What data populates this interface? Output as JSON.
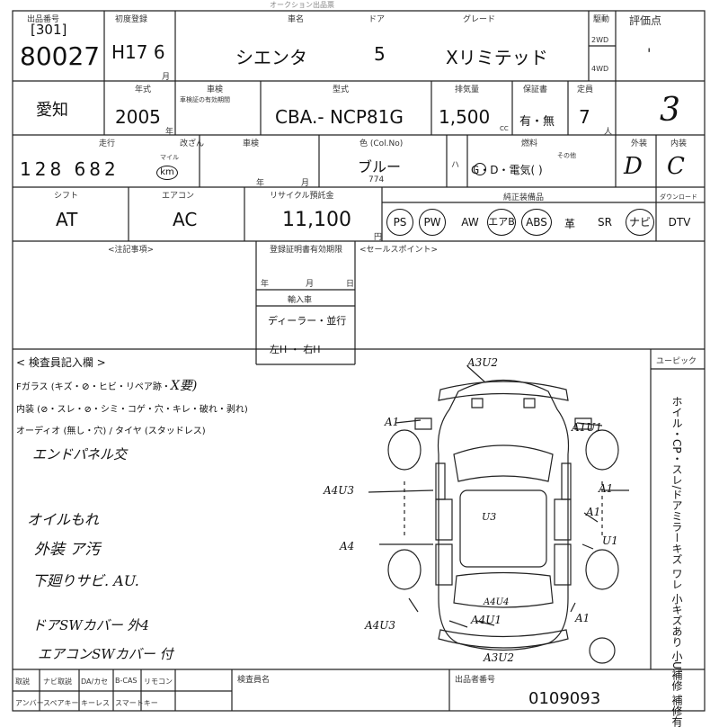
{
  "header": {
    "top_strip": "オークション出品票",
    "lot_label": "出品番号",
    "lot_code": "[301]",
    "lot_number": "80027",
    "first_reg_label": "初度登録",
    "first_reg": "H17 6",
    "first_reg_unit": "月",
    "name_label": "車名",
    "model_name": "シエンタ",
    "door_label": "ドア",
    "doors": "5",
    "grade_label": "グレード",
    "grade": "Xリミテッド",
    "drive_label": "駆動",
    "drive_2wd": "2WD",
    "drive_4wd": "4WD",
    "score_label": "評価点",
    "score_mark": "'"
  },
  "row2": {
    "pref": "愛知",
    "year_label": "年式",
    "year": "2005",
    "year_unit": "年",
    "reg_label": "車検",
    "reg_sub": "車検証の有効期間",
    "model_label": "型式",
    "model_code": "CBA.-  NCP81G",
    "cc_label": "排気量",
    "cc": "1,500",
    "cc_unit": "CC",
    "warranty_label": "保証書",
    "warranty": "有・無",
    "capacity_label": "定員",
    "capacity": "7",
    "capacity_unit": "人",
    "score_value": "3"
  },
  "row3": {
    "mileage_label": "走行",
    "mileage_sub": "改ざん",
    "mileage": "128 682",
    "mileage_unit_top": "マイル",
    "mileage_unit": "km",
    "inspection_label": "車検",
    "inspection_year_unit": "年",
    "inspection_month_unit": "月",
    "color_label": "色 (Col.No)",
    "color": "ブルー",
    "color_no": "774",
    "fuel_side_label": "燃料",
    "fuel": "G・D・電気(        )",
    "fuel_other": "その他",
    "fuel_hybrid": "ハ",
    "ext_label": "外装",
    "ext_grade": "D",
    "int_label": "内装",
    "int_grade": "C"
  },
  "row4": {
    "shift_label": "シフト",
    "shift": "AT",
    "ac_label": "エアコン",
    "ac": "AC",
    "recycle_label": "リサイクル預託金",
    "recycle": "11,100",
    "recycle_unit": "円",
    "equip_label": "純正装備品",
    "equip_extra_label": "ダウンロード",
    "equipment": [
      "PS",
      "PW",
      "AW",
      "エアB",
      "ABS",
      "革",
      "SR",
      "ナビ",
      "DTV"
    ]
  },
  "middle": {
    "history_label": "<注記事項>",
    "sale_period_label": "登録証明書有効期限",
    "sale_year": "年",
    "sale_month": "月",
    "sale_day": "日",
    "entry_label": "輸入車",
    "dealer": "ディーラー・並行",
    "handle": "左H  ・  右H",
    "sales_point_label": "<セールスポイント>"
  },
  "inspector": {
    "title": "< 検査員記入欄 >",
    "line1": "Fガラス (キズ・",
    "line1b": "・ヒビ・リペア跡・",
    "line1_x": "X要)",
    "line2": "内装 (",
    "line2b": "・スレ・",
    "line2c": "・シミ・コゲ・穴・キレ・破れ・剥れ)",
    "line3": "オーディオ (無し・穴) / タイヤ (スタッドレス)",
    "note1": "エンドパネル交",
    "note2": "オイルもれ",
    "note3": "外装 ア汚",
    "note4": "下廻りサビ. AU.",
    "note5": "ドアSWカバー 外4",
    "note6": "エアコンSWカバー 付",
    "right_label": "ユーピック",
    "right_vertical": "ホイル・CP・スレ/ドアミラーキズ ワレ 小キズあり 小U補修 補修有",
    "diagram_marks": [
      "A3U2",
      "A1",
      "A1U1",
      "A4U3",
      "A1",
      "A1",
      "A4",
      "U1",
      "U3",
      "A4U4",
      "A4U3",
      "A4U1",
      "A1",
      "A3U2"
    ]
  },
  "footer": {
    "cells_top": [
      "取説",
      "ナビ取説",
      "DA/カセ",
      "B-CAS",
      "リモコン"
    ],
    "cells_bottom": [
      "アンバー",
      "スペアキー",
      "キーレス",
      "スマートキー"
    ],
    "dealer_label": "検査員名",
    "ship_label": "出品者番号",
    "ship_number": "0109093"
  }
}
